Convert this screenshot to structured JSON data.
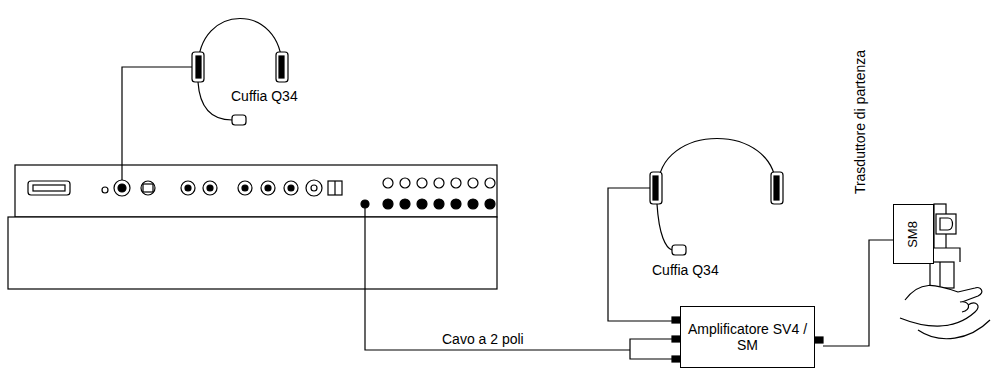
{
  "diagram": {
    "nodes": [
      {
        "text": [
          "Amplificatore SV4 / SM"
        ]
      },
      {
        "text": [
          "SM8"
        ]
      }
    ],
    "edges": [
      {
        "from": 0,
        "to": 1,
        "arrow": "none"
      }
    ],
    "labels": [
      "Cuffia Q34",
      "Cuffia Q34",
      "Cavo a 2 poli",
      "Trasduttore di partenza"
    ]
  }
}
